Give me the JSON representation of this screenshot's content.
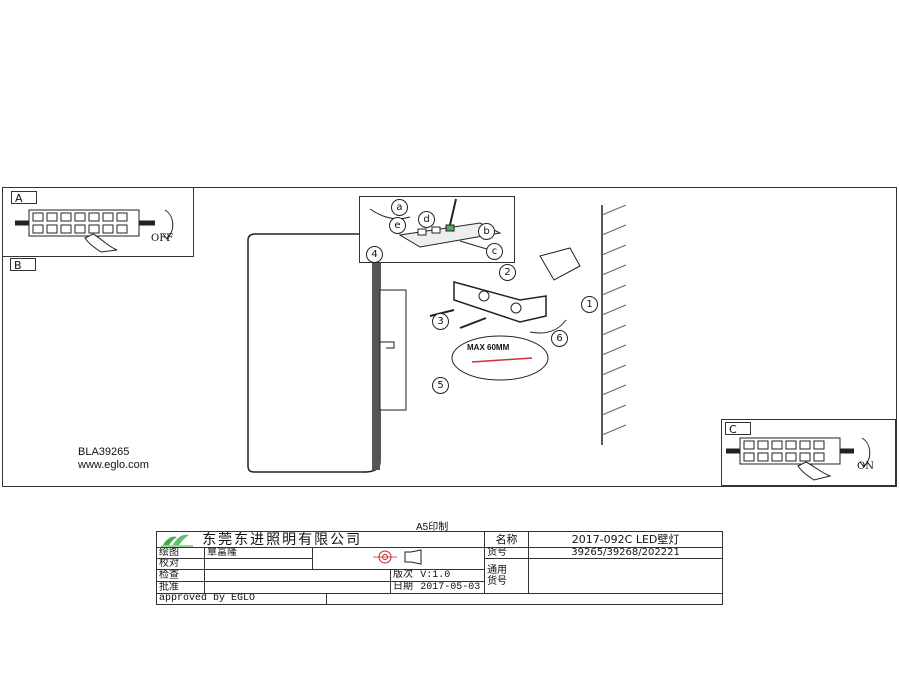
{
  "panels": {
    "a_label": "A",
    "b_label": "B",
    "c_label": "C",
    "off_text": "OFF",
    "on_text": "ON"
  },
  "product": {
    "code": "BLA39265",
    "website": "www.eglo.com"
  },
  "callouts": {
    "n1": "1",
    "n2": "2",
    "n3": "3",
    "n4": "4",
    "n5": "5",
    "n6": "6",
    "a": "a",
    "b": "b",
    "c": "c",
    "d": "d",
    "e": "e",
    "max_text": "MAX 60MM"
  },
  "print_note": "A5印制",
  "title_block": {
    "company": "东莞东进照明有限公司",
    "name_label": "名称",
    "name_value": "2017-092C LED壁灯",
    "drawn_label": "绘图",
    "drawn_value": "覃富隆",
    "article_label": "货号",
    "article_value": "39265/39268/202221",
    "check_label": "校对",
    "universal_label": "通用",
    "universal_label2": "货号",
    "inspect_label": "检查",
    "version_label": "版次",
    "version_value": "V:1.0",
    "approve_label": "批准",
    "date_label": "日期",
    "date_value": "2017-05-03",
    "approved_by": "approved by EGLO"
  }
}
